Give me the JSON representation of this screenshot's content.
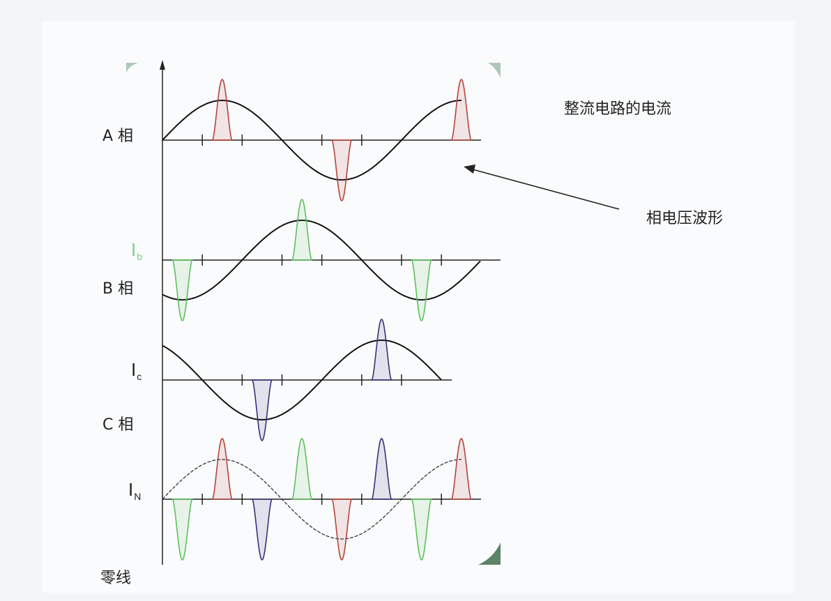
{
  "title": "整流电路的电流",
  "annotation": "相电压波形",
  "labels": {
    "phase_a": "A 相",
    "phase_b": "B 相",
    "phase_c": "C 相",
    "neutral": "零线",
    "current_b": {
      "main": "I",
      "sub": "b"
    },
    "current_c": {
      "main": "I",
      "sub": "c"
    },
    "current_n": {
      "main": "I",
      "sub": "N"
    }
  },
  "waveforms": {
    "phase_shift_deg": {
      "A": 0,
      "B": -120,
      "C": 120
    },
    "cycles_shown": 1.25
  },
  "colors": {
    "phase_a": "#b5443c",
    "phase_b": "#5fbf5f",
    "phase_c": "#34337a",
    "voltage": "#111111",
    "background": "#fafbfc"
  }
}
